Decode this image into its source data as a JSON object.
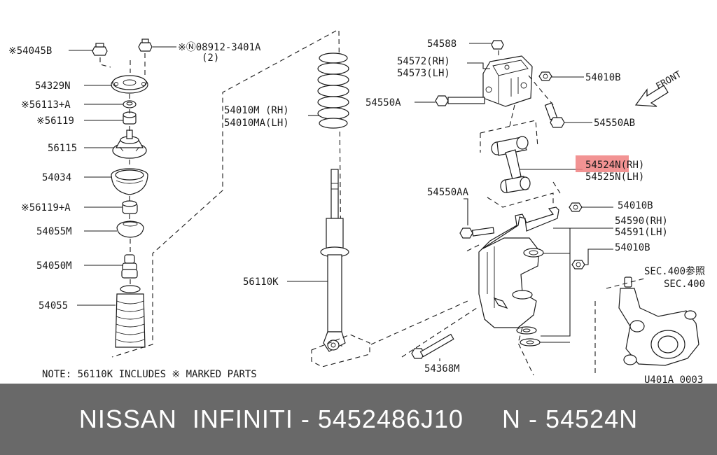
{
  "labels": {
    "l54045B": "※54045B",
    "l08912": "※Ⓝ08912-3401A",
    "l08912qty": "(2)",
    "l54329N": "54329N",
    "l56113A": "※56113+A",
    "l56119": "※56119",
    "l56115": "56115",
    "l54034": "54034",
    "l56119A": "※56119+A",
    "l54055M": "54055M",
    "l54050M": "54050M",
    "l54055": "54055",
    "l54010M": "54010M (RH)",
    "l54010MA": "54010MA(LH)",
    "l56110K": "56110K",
    "l54588": "54588",
    "l54572": "54572(RH)",
    "l54573": "54573(LH)",
    "l54550A": "54550A",
    "l54010B_1": "54010B",
    "l54550AB": "54550AB",
    "l54524N_code": "54524",
    "l54524N_suffix": "N(RH)",
    "l54525N": "54525N(LH)",
    "l54550AA": "54550AA",
    "l54010B_2": "54010B",
    "l54590": "54590(RH)",
    "l54591": "54591(LH)",
    "l54010B_3": "54010B",
    "lsec400a": "SEC.400参照",
    "lsec400b": "SEC.400",
    "l54368M": "54368M",
    "front": "FRONT",
    "note": "NOTE: 56110K INCLUDES ※ MARKED PARTS",
    "drawing_code": "U401A 0003"
  },
  "footer": {
    "text": "NISSAN  INFINITI - 5452486J10     N - 54524N"
  },
  "colors": {
    "highlight": "#f08080",
    "footer_bg": "#696969",
    "footer_text": "#ffffff"
  }
}
